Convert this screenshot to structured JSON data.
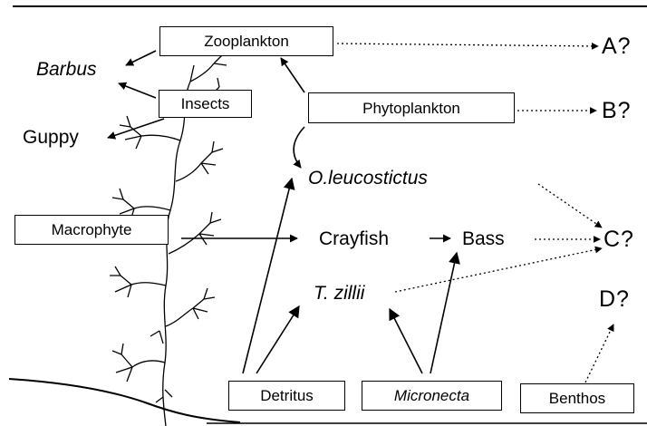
{
  "nodes": {
    "zooplankton": "Zooplankton",
    "insects": "Insects",
    "phytoplankton": "Phytoplankton",
    "macrophyte": "Macrophyte",
    "detritus": "Detritus",
    "micronecta": "Micronecta",
    "benthos": "Benthos",
    "barbus": "Barbus",
    "guppy": "Guppy",
    "oleucostictus": "O.leucostictus",
    "crayfish": "Crayfish",
    "bass": "Bass",
    "tzillii": "T. zillii"
  },
  "unknowns": {
    "a": "A?",
    "b": "B?",
    "c": "C?",
    "d": "D?"
  }
}
